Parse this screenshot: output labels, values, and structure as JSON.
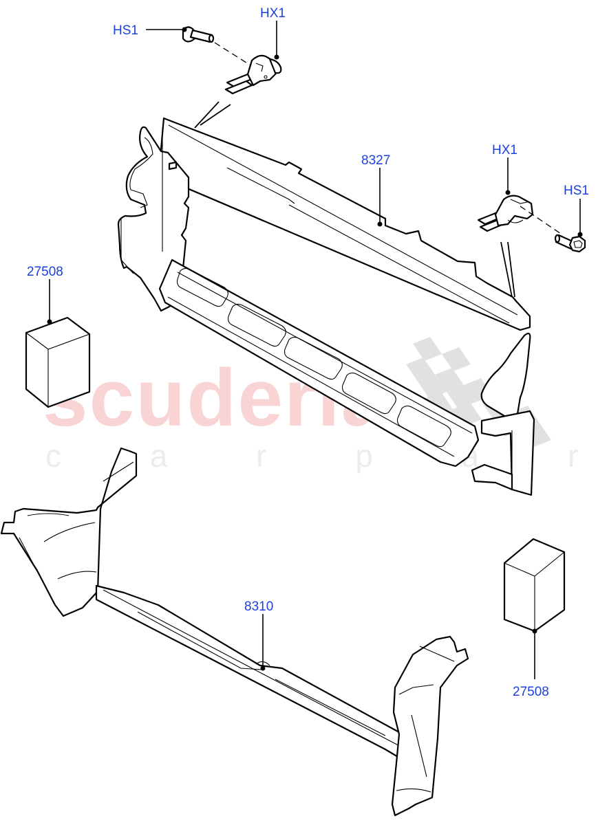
{
  "diagram": {
    "type": "exploded parts diagram",
    "watermark": {
      "brand": "scuderia",
      "tagline": "c a r  p a r t s",
      "brand_color": "#f9d4d4",
      "tagline_color": "#ecebef"
    },
    "label_color": "#1a3fe0",
    "callouts": [
      {
        "id": "hs1_top",
        "text": "HS1",
        "part": "bolt"
      },
      {
        "id": "hx1_top",
        "text": "HX1",
        "part": "bracket"
      },
      {
        "id": "hx1_right",
        "text": "HX1",
        "part": "bracket"
      },
      {
        "id": "hs1_right",
        "text": "HS1",
        "part": "bolt"
      },
      {
        "id": "p8327",
        "text": "8327",
        "part": "upper air deflector / radiator surround"
      },
      {
        "id": "p27508_left",
        "text": "27508",
        "part": "block"
      },
      {
        "id": "p8310",
        "text": "8310",
        "part": "lower air deflector"
      },
      {
        "id": "p27508_right",
        "text": "27508",
        "part": "block"
      }
    ]
  }
}
